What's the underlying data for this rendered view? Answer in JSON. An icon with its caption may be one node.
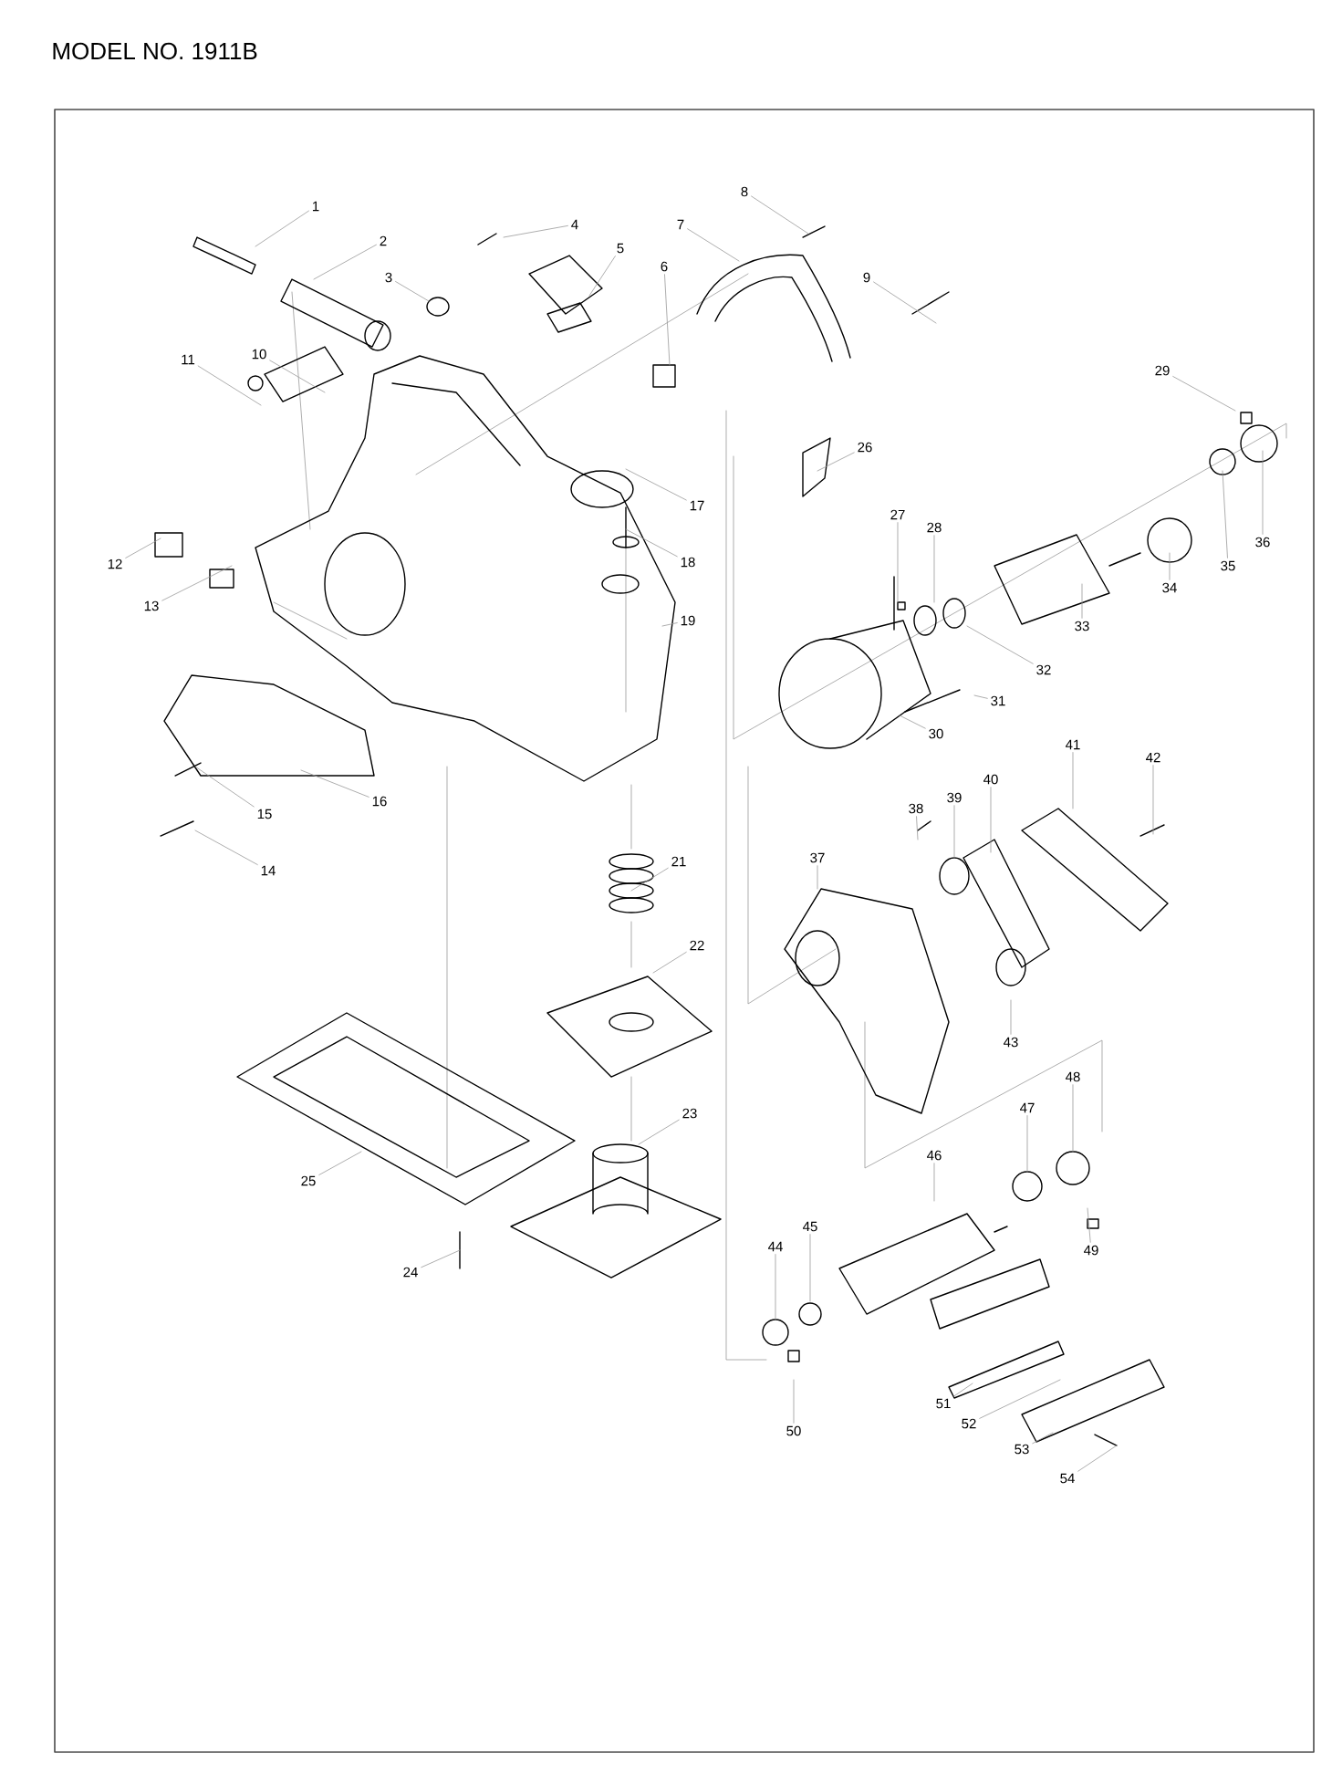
{
  "diagram": {
    "title": "MODEL NO. 1911B",
    "nodes": [
      {
        "text": [
          "1"
        ]
      },
      {
        "text": [
          "2"
        ]
      },
      {
        "text": [
          "3"
        ]
      },
      {
        "text": [
          "4"
        ]
      },
      {
        "text": [
          "5"
        ]
      },
      {
        "text": [
          "6"
        ]
      },
      {
        "text": [
          "7"
        ]
      },
      {
        "text": [
          "8"
        ]
      },
      {
        "text": [
          "9"
        ]
      },
      {
        "text": [
          "10"
        ]
      },
      {
        "text": [
          "11"
        ]
      },
      {
        "text": [
          "12"
        ]
      },
      {
        "text": [
          "13"
        ]
      },
      {
        "text": [
          "14"
        ]
      },
      {
        "text": [
          "15"
        ]
      },
      {
        "text": [
          "16"
        ]
      },
      {
        "text": [
          "17"
        ]
      },
      {
        "text": [
          "18"
        ]
      },
      {
        "text": [
          "19"
        ]
      },
      {
        "text": [
          "21"
        ]
      },
      {
        "text": [
          "22"
        ]
      },
      {
        "text": [
          "23"
        ]
      },
      {
        "text": [
          "24"
        ]
      },
      {
        "text": [
          "25"
        ]
      },
      {
        "text": [
          "26"
        ]
      },
      {
        "text": [
          "27"
        ]
      },
      {
        "text": [
          "28"
        ]
      },
      {
        "text": [
          "29"
        ]
      },
      {
        "text": [
          "30"
        ]
      },
      {
        "text": [
          "31"
        ]
      },
      {
        "text": [
          "32"
        ]
      },
      {
        "text": [
          "33"
        ]
      },
      {
        "text": [
          "34"
        ]
      },
      {
        "text": [
          "35"
        ]
      },
      {
        "text": [
          "36"
        ]
      },
      {
        "text": [
          "37"
        ]
      },
      {
        "text": [
          "38"
        ]
      },
      {
        "text": [
          "39"
        ]
      },
      {
        "text": [
          "40"
        ]
      },
      {
        "text": [
          "41"
        ]
      },
      {
        "text": [
          "42"
        ]
      },
      {
        "text": [
          "43"
        ]
      },
      {
        "text": [
          "44"
        ]
      },
      {
        "text": [
          "45"
        ]
      },
      {
        "text": [
          "46"
        ]
      },
      {
        "text": [
          "47"
        ]
      },
      {
        "text": [
          "48"
        ]
      },
      {
        "text": [
          "49"
        ]
      },
      {
        "text": [
          "50"
        ]
      },
      {
        "text": [
          "51"
        ]
      },
      {
        "text": [
          "52"
        ]
      },
      {
        "text": [
          "53"
        ]
      },
      {
        "text": [
          "54"
        ]
      }
    ],
    "edges": [
      {
        "from": 0,
        "to": null,
        "arrow": "none"
      },
      {
        "from": 1,
        "to": null,
        "arrow": "none"
      },
      {
        "from": 2,
        "to": null,
        "arrow": "none"
      },
      {
        "from": 3,
        "to": null,
        "arrow": "none"
      },
      {
        "from": 4,
        "to": null,
        "arrow": "none"
      },
      {
        "from": 5,
        "to": null,
        "arrow": "none"
      },
      {
        "from": 6,
        "to": null,
        "arrow": "none"
      },
      {
        "from": 7,
        "to": null,
        "arrow": "none"
      },
      {
        "from": 8,
        "to": null,
        "arrow": "none"
      },
      {
        "from": 9,
        "to": null,
        "arrow": "none"
      },
      {
        "from": 10,
        "to": null,
        "arrow": "none"
      },
      {
        "from": 11,
        "to": null,
        "arrow": "none"
      },
      {
        "from": 12,
        "to": null,
        "arrow": "none"
      },
      {
        "from": 13,
        "to": null,
        "arrow": "none"
      },
      {
        "from": 14,
        "to": null,
        "arrow": "none"
      },
      {
        "from": 15,
        "to": null,
        "arrow": "none"
      },
      {
        "from": 16,
        "to": null,
        "arrow": "none"
      },
      {
        "from": 17,
        "to": null,
        "arrow": "none"
      },
      {
        "from": 18,
        "to": null,
        "arrow": "none"
      },
      {
        "from": 19,
        "to": null,
        "arrow": "none"
      },
      {
        "from": 20,
        "to": null,
        "arrow": "none"
      },
      {
        "from": 21,
        "to": null,
        "arrow": "none"
      },
      {
        "from": 22,
        "to": null,
        "arrow": "none"
      },
      {
        "from": 23,
        "to": null,
        "arrow": "none"
      },
      {
        "from": 24,
        "to": null,
        "arrow": "none"
      },
      {
        "from": 25,
        "to": null,
        "arrow": "none"
      },
      {
        "from": 26,
        "to": null,
        "arrow": "none"
      },
      {
        "from": 27,
        "to": null,
        "arrow": "none"
      },
      {
        "from": 28,
        "to": null,
        "arrow": "none"
      },
      {
        "from": 29,
        "to": null,
        "arrow": "none"
      },
      {
        "from": 30,
        "to": null,
        "arrow": "none"
      },
      {
        "from": 31,
        "to": null,
        "arrow": "none"
      },
      {
        "from": 32,
        "to": null,
        "arrow": "none"
      },
      {
        "from": 33,
        "to": null,
        "arrow": "none"
      },
      {
        "from": 34,
        "to": null,
        "arrow": "none"
      },
      {
        "from": 35,
        "to": null,
        "arrow": "none"
      },
      {
        "from": 36,
        "to": null,
        "arrow": "none"
      },
      {
        "from": 37,
        "to": null,
        "arrow": "none"
      },
      {
        "from": 38,
        "to": null,
        "arrow": "none"
      },
      {
        "from": 39,
        "to": null,
        "arrow": "none"
      },
      {
        "from": 40,
        "to": null,
        "arrow": "none"
      },
      {
        "from": 41,
        "to": null,
        "arrow": "none"
      },
      {
        "from": 42,
        "to": null,
        "arrow": "none"
      },
      {
        "from": 43,
        "to": null,
        "arrow": "none"
      },
      {
        "from": 44,
        "to": null,
        "arrow": "none"
      },
      {
        "from": 45,
        "to": null,
        "arrow": "none"
      },
      {
        "from": 46,
        "to": null,
        "arrow": "none"
      },
      {
        "from": 47,
        "to": null,
        "arrow": "none"
      },
      {
        "from": 48,
        "to": null,
        "arrow": "none"
      },
      {
        "from": 49,
        "to": null,
        "arrow": "none"
      },
      {
        "from": 50,
        "to": null,
        "arrow": "none"
      },
      {
        "from": 51,
        "to": null,
        "arrow": "none"
      },
      {
        "from": 52,
        "to": null,
        "arrow": "none"
      }
    ]
  }
}
